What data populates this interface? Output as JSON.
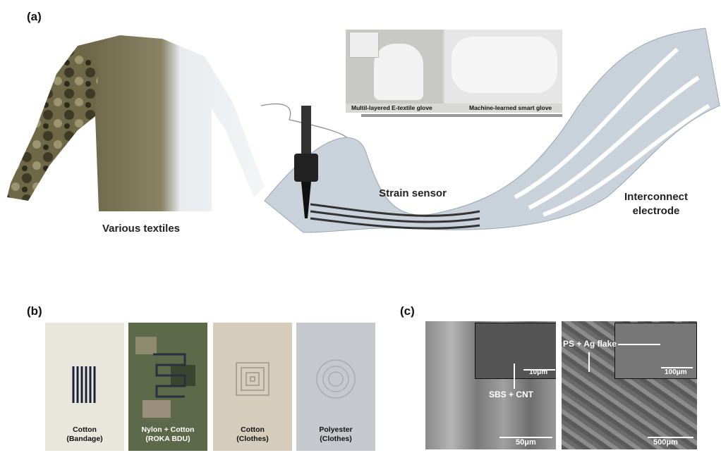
{
  "panel_a": {
    "label": "(a)",
    "shirt_label": "Various textiles",
    "glove_captions": [
      "Multil-layered E-textile glove",
      "Machine-learned smart glove"
    ],
    "strain_label": "Strain sensor",
    "interconnect_label": [
      "Interconnect",
      "electrode"
    ]
  },
  "panel_b": {
    "label": "(b)",
    "samples": [
      {
        "name": "Cotton",
        "use": "(Bandage)"
      },
      {
        "name": "Nylon + Cotton",
        "use": "(ROKA BDU)"
      },
      {
        "name": "Cotton",
        "use": "(Clothes)"
      },
      {
        "name": "Polyester",
        "use": "(Clothes)"
      }
    ]
  },
  "panel_c": {
    "label": "(c)",
    "left": {
      "annotation": "SBS + CNT",
      "inset_scale": "10μm",
      "scale": "50μm"
    },
    "right": {
      "annotation": "PS + Ag flake",
      "inset_scale": "100μm",
      "scale": "500μm"
    }
  }
}
